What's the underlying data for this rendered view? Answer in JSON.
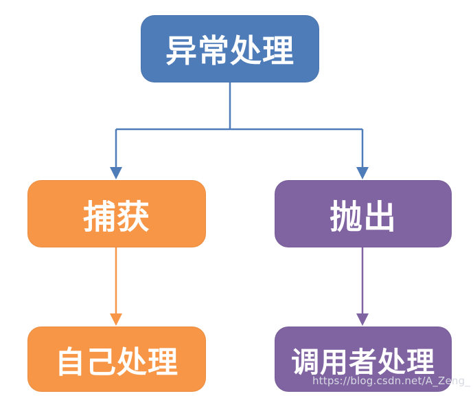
{
  "diagram": {
    "title": "exception-handling-flowchart",
    "nodes": {
      "root": {
        "label": "异常处理"
      },
      "catch": {
        "label": "捕获"
      },
      "throw": {
        "label": "抛出"
      },
      "self": {
        "label": "自己处理"
      },
      "caller": {
        "label": "调用者处理"
      }
    },
    "edges": [
      {
        "from": "root",
        "to": "catch",
        "color_key": "blue"
      },
      {
        "from": "root",
        "to": "throw",
        "color_key": "blue"
      },
      {
        "from": "catch",
        "to": "self",
        "color_key": "orange"
      },
      {
        "from": "throw",
        "to": "caller",
        "color_key": "purple"
      }
    ]
  },
  "colors": {
    "blue": "#4E7CB8",
    "orange": "#F79646",
    "purple": "#8064A2",
    "node_text": "#FFFFFF",
    "background": "#FFFFFF",
    "watermark": "#D7D9E2"
  },
  "watermark": {
    "text": "https://blog.csdn.net/A_Zeng_"
  }
}
